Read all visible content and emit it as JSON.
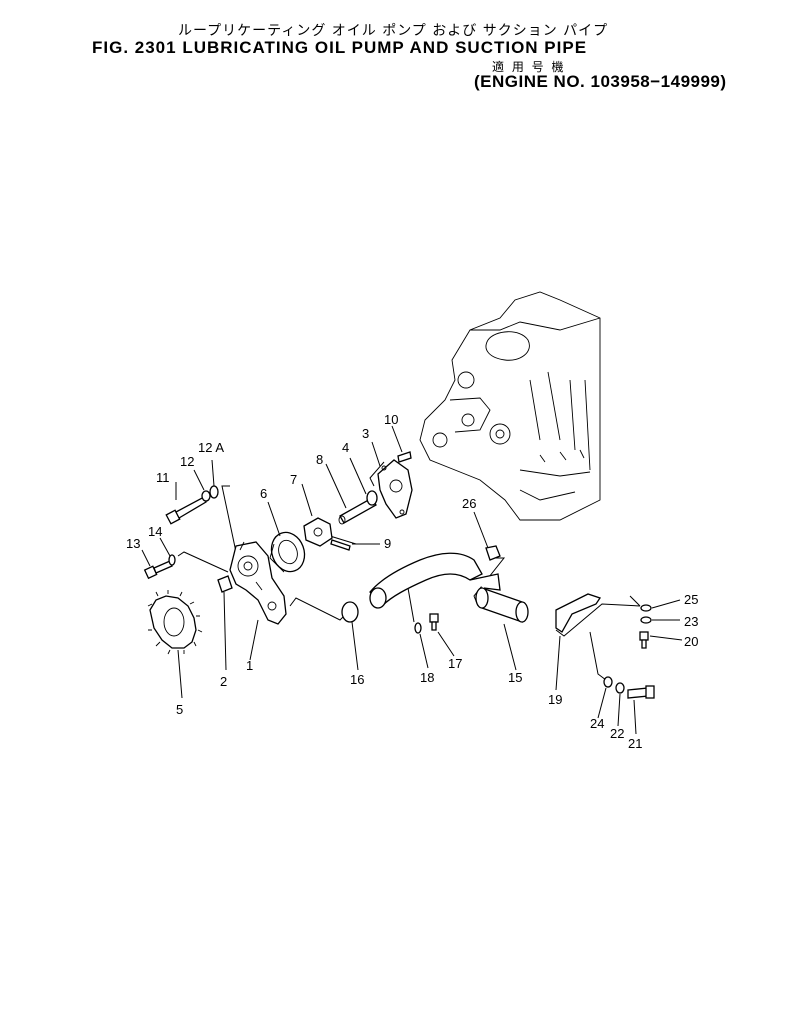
{
  "header": {
    "title_jp": "ループリケーティング オイル ポンプ および サクション パイプ",
    "title_en": "FIG. 2301  LUBRICATING OIL PUMP AND SUCTION PIPE",
    "applicability_jp": "適 用 号 機",
    "engine_range": "(ENGINE NO. 103958−149999)"
  },
  "callouts": {
    "c1": "1",
    "c2": "2",
    "c3": "3",
    "c4": "4",
    "c5": "5",
    "c6": "6",
    "c7": "7",
    "c8": "8",
    "c9": "9",
    "c10": "10",
    "c11": "11",
    "c12": "12",
    "c12a": "12 A",
    "c13": "13",
    "c14": "14",
    "c15": "15",
    "c16": "16",
    "c17": "17",
    "c18": "18",
    "c19": "19",
    "c20": "20",
    "c21": "21",
    "c22": "22",
    "c23": "23",
    "c24": "24",
    "c25": "25",
    "c26": "26"
  }
}
